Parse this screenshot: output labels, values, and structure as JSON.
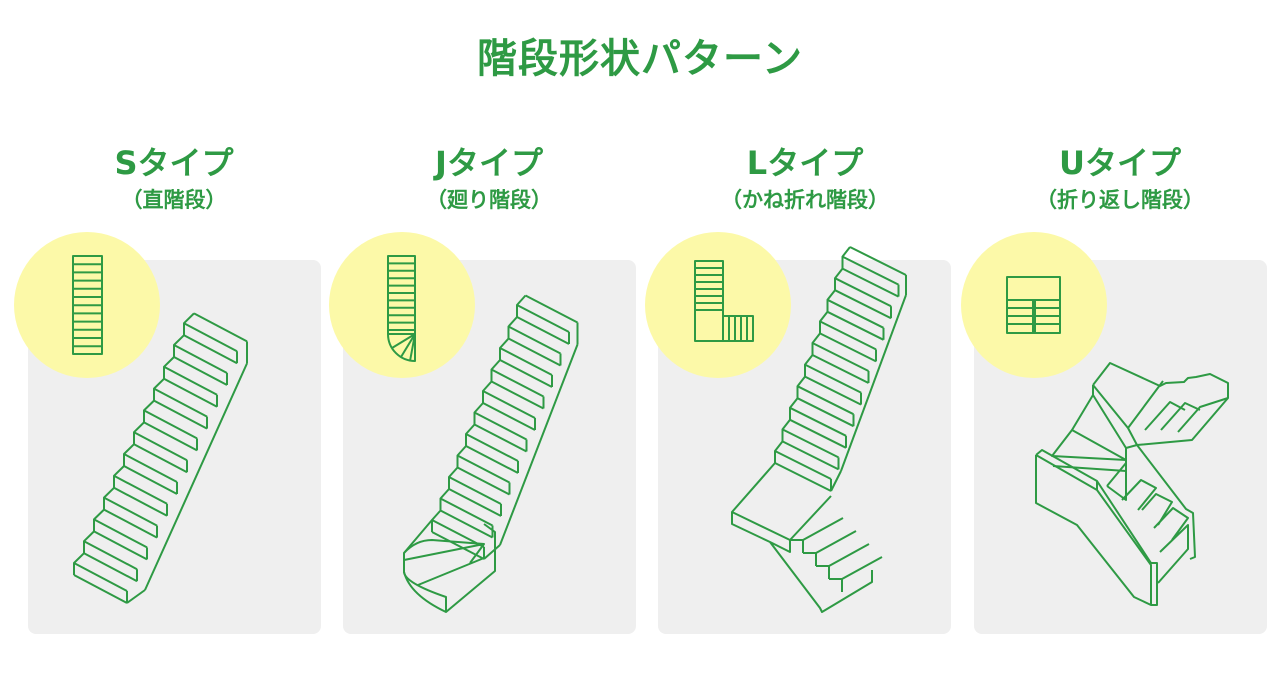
{
  "title": "階段形状パターン",
  "colors": {
    "accent": "#2e9a44",
    "circle": "#fcf9a8",
    "card": "#efefef"
  },
  "cards": [
    {
      "type": "Sタイプ",
      "subtitle": "（直階段）"
    },
    {
      "type": "Jタイプ",
      "subtitle": "（廻り階段）"
    },
    {
      "type": "Lタイプ",
      "subtitle": "（かね折れ階段）"
    },
    {
      "type": "Uタイプ",
      "subtitle": "（折り返し階段）"
    }
  ]
}
